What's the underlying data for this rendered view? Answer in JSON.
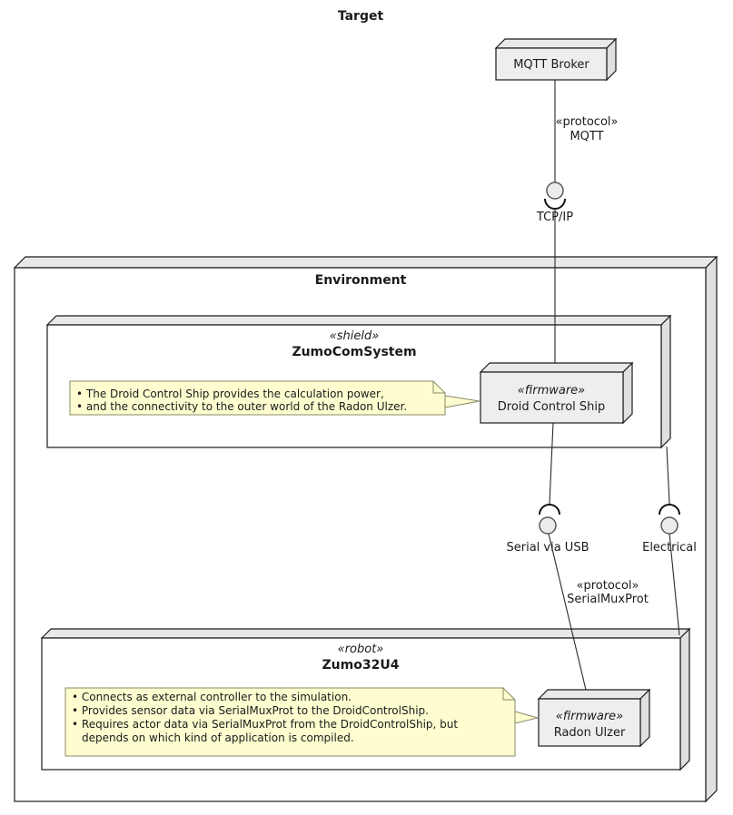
{
  "title": "Target",
  "colors": {
    "node_fill": "#eeeeee",
    "container_fill": "#ffffff",
    "border": "#1b1b1b",
    "note_fill": "#fdfdd0",
    "note_border": "#8a8a66",
    "ball_fill": "#ececec",
    "line": "#2a2a2a"
  },
  "nodes": {
    "mqtt_broker": {
      "name": "MQTT Broker"
    },
    "environment": {
      "name": "Environment"
    },
    "zumo_com_system": {
      "stereotype": "«shield»",
      "name": "ZumoComSystem"
    },
    "droid_control_ship": {
      "stereotype": "«firmware»",
      "name": "Droid Control Ship"
    },
    "zumo32u4": {
      "stereotype": "«robot»",
      "name": "Zumo32U4"
    },
    "radon_ulzer": {
      "stereotype": "«firmware»",
      "name": "Radon Ulzer"
    }
  },
  "interfaces": {
    "tcpip": {
      "label": "TCP/IP"
    },
    "serial_usb": {
      "label": "Serial via USB"
    },
    "electrical": {
      "label": "Electrical"
    }
  },
  "edge_labels": {
    "mqtt": {
      "line1": "«protocol»",
      "line2": "MQTT"
    },
    "serialmux": {
      "line1": "«protocol»",
      "line2": "SerialMuxProt"
    }
  },
  "notes": {
    "dcs": {
      "lines": [
        "• The Droid Control Ship provides the calculation power,",
        "• and the connectivity to the outer world of the Radon Ulzer."
      ]
    },
    "zumo": {
      "lines": [
        "• Connects as external controller to the simulation.",
        "• Provides sensor data via SerialMuxProt to the DroidControlShip.",
        "• Requires actor data via SerialMuxProt from the DroidControlShip, but",
        "depends on which kind of application is compiled."
      ]
    }
  }
}
